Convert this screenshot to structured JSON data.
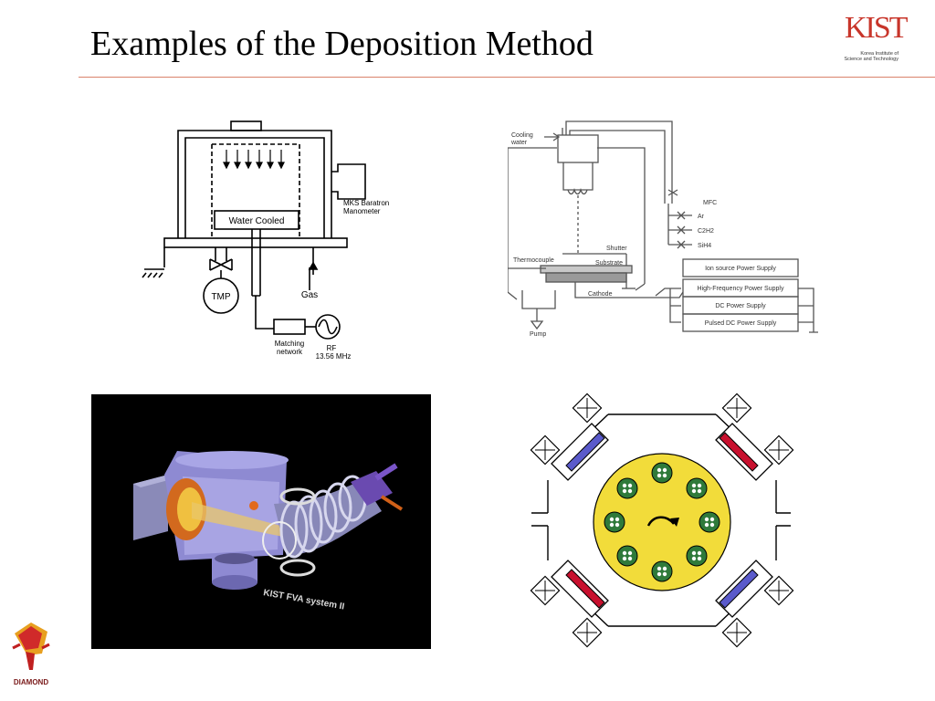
{
  "slide": {
    "title": "Examples of the Deposition Method"
  },
  "logo": {
    "letters": "KIST",
    "line1": "Korea Institute of",
    "line2": "Science and Technology",
    "brand_color": "#c8352a"
  },
  "diagram_rf": {
    "water_cooled": "Water Cooled",
    "baratron_line1": "MKS Baratron",
    "baratron_line2": "Manometer",
    "tmp": "TMP",
    "gas": "Gas",
    "matching_line1": "Matching",
    "matching_line2": "network",
    "rf_line1": "RF",
    "rf_line2": "13.56 MHz"
  },
  "diagram_ion": {
    "cooling_line1": "Cooling",
    "cooling_line2": "water",
    "mfc": "MFC",
    "gases": [
      "Ar",
      "C2H2",
      "SiH4"
    ],
    "shutter": "Shutter",
    "thermocouple": "Thermocouple",
    "substrate": "Substrate",
    "cathode": "Cathode",
    "pump": "Pump",
    "supplies": [
      "Ion source Power Supply",
      "High-Frequency Power Supply",
      "DC Power Supply",
      "Pulsed DC Power Supply"
    ]
  },
  "render_3d": {
    "caption": "KIST FVA system II"
  },
  "mascot": {
    "label": "DIAMOND"
  },
  "colors": {
    "rule": "#d9826a",
    "render_bg": "#000000",
    "chamber": "#8e8ad2",
    "table": "#f2dc3a",
    "red_target": "#c8102e",
    "blue_target": "#5a5acb"
  }
}
